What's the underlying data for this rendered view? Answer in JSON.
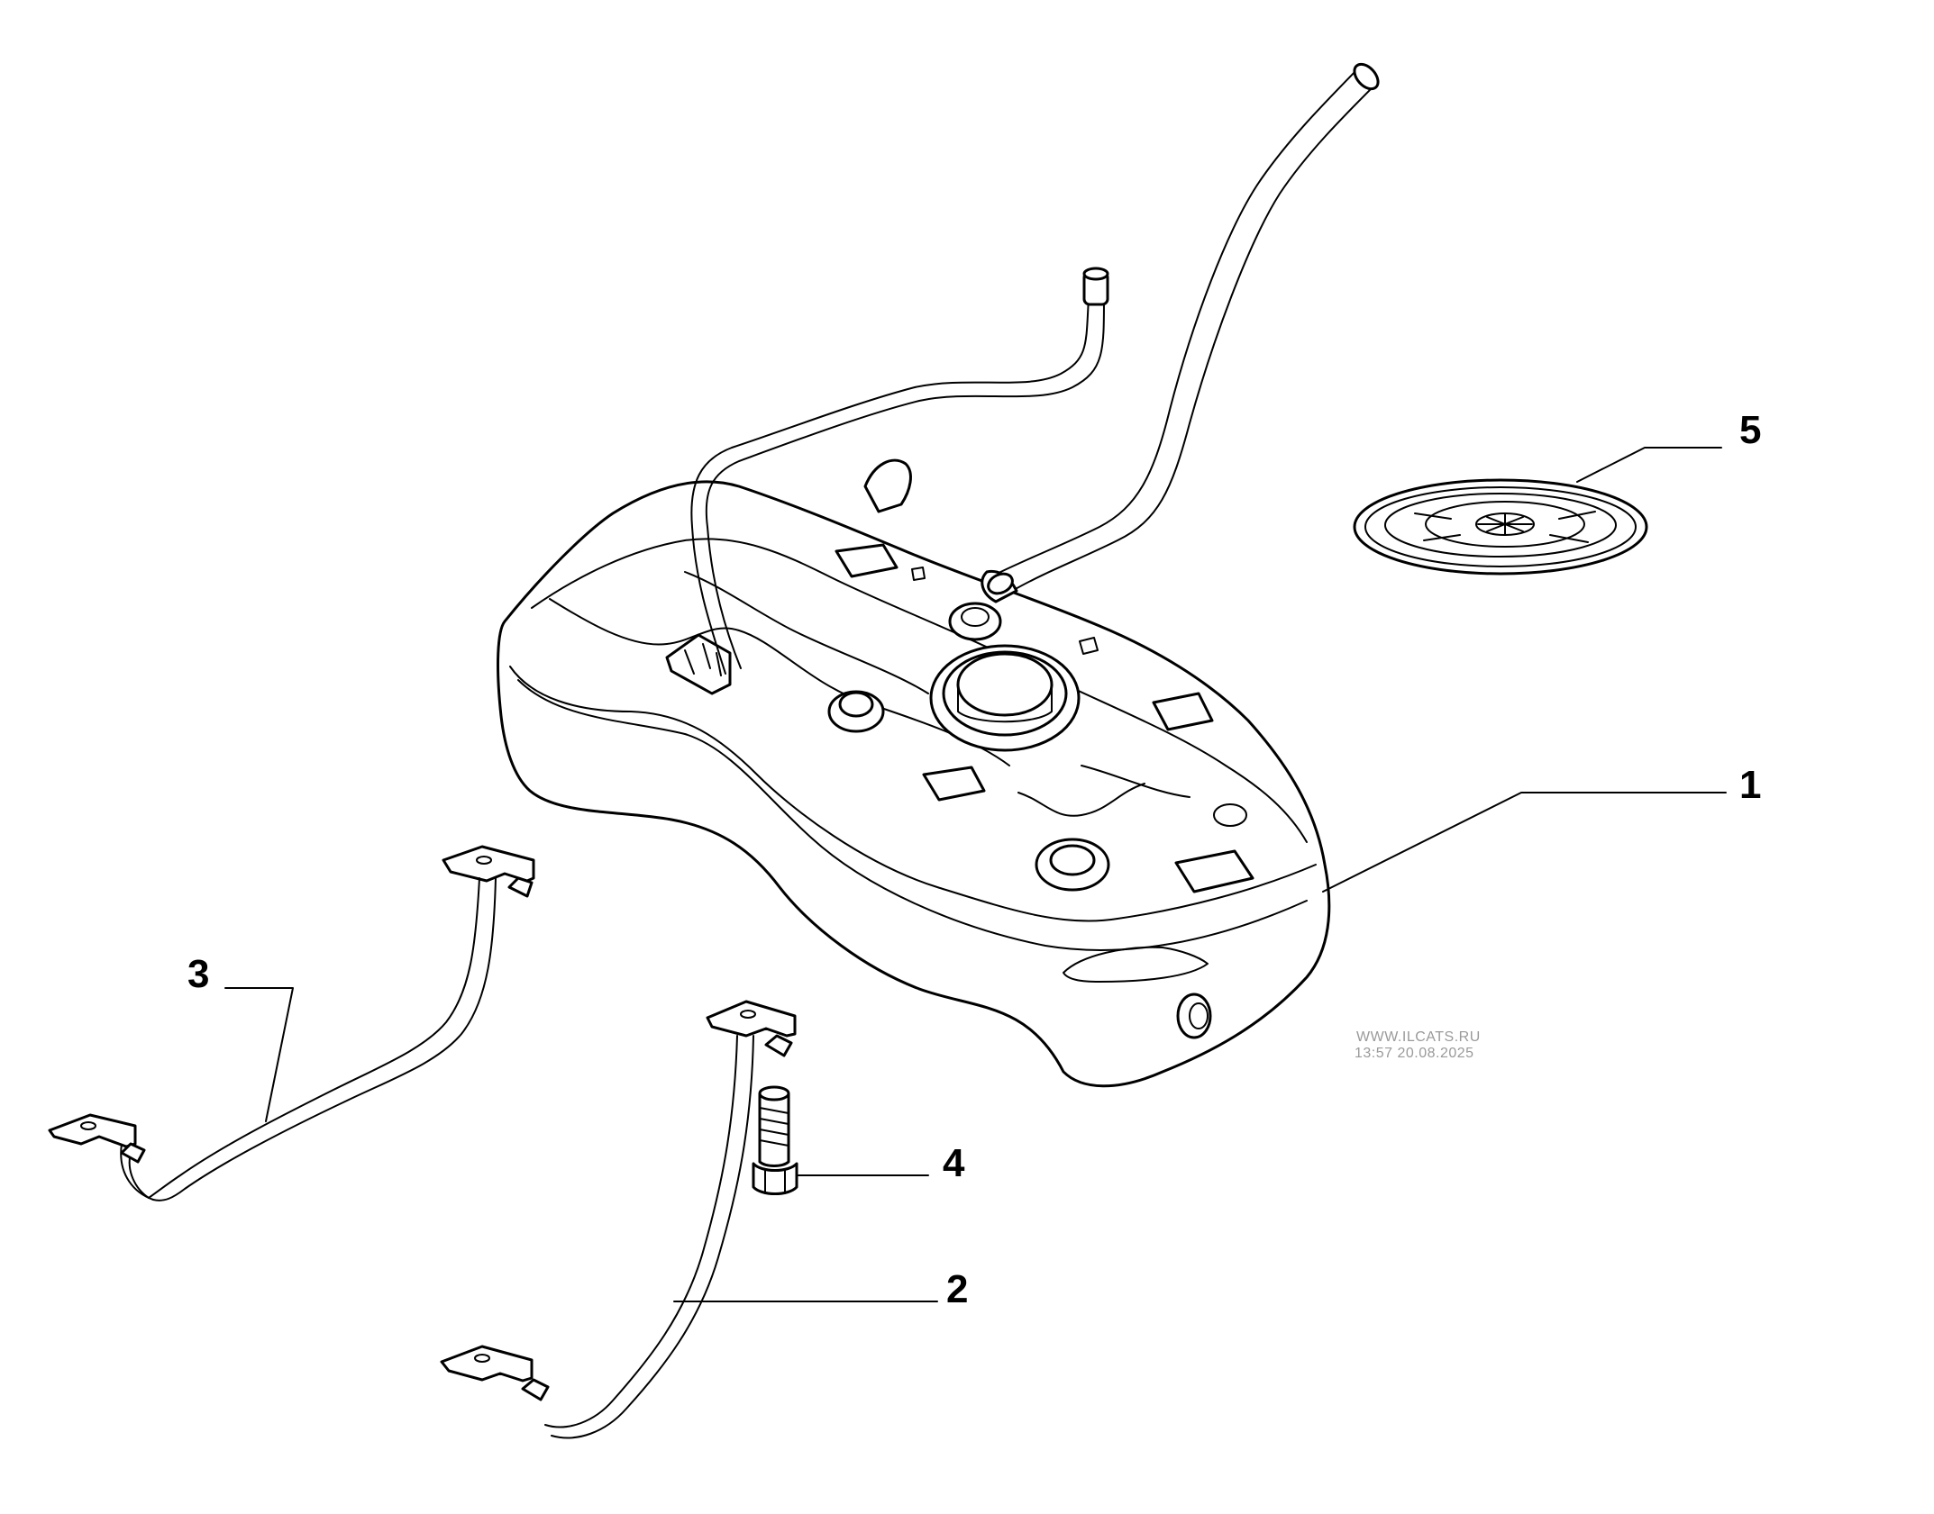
{
  "callouts": {
    "c1": "1",
    "c2": "2",
    "c3": "3",
    "c4": "4",
    "c5": "5"
  },
  "watermark": {
    "site": "WWW.ILCATS.RU",
    "timestamp": "13:57 20.08.2025"
  },
  "parts": [
    {
      "number": "1",
      "item": "fuel-tank"
    },
    {
      "number": "2",
      "item": "front-tank-strap"
    },
    {
      "number": "3",
      "item": "rear-tank-strap"
    },
    {
      "number": "4",
      "item": "strap-bolt"
    },
    {
      "number": "5",
      "item": "access-cover-seal"
    }
  ]
}
